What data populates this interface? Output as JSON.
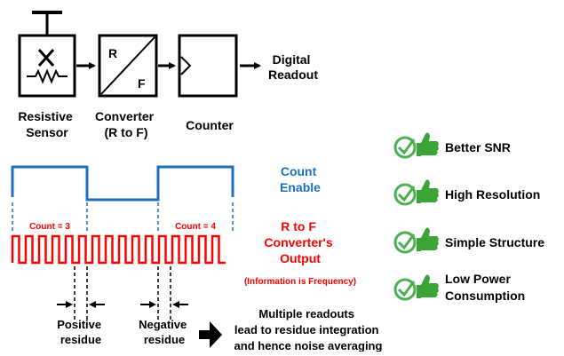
{
  "blocks": {
    "sensor_label": [
      "Resistive",
      "Sensor"
    ],
    "converter_label": [
      "Converter",
      "(R to F)"
    ],
    "counter_label": "Counter",
    "converter_r": "R",
    "converter_f": "F",
    "output_label": [
      "Digital",
      "Readout"
    ]
  },
  "waveforms": {
    "count_enable_label": [
      "Count",
      "Enable"
    ],
    "count_1": "Count = 3",
    "count_2": "Count = 4",
    "converter_output_label": [
      "R to F",
      "Converter's",
      "Output"
    ],
    "converter_output_note": "(Information is Frequency)"
  },
  "residues": {
    "positive": [
      "Positive",
      "residue"
    ],
    "negative": [
      "Negative",
      "residue"
    ],
    "conclusion": [
      "Multiple readouts",
      "lead to residue integration",
      "and hence noise averaging"
    ]
  },
  "benefits": [
    "Better SNR",
    "High Resolution",
    "Simple Structure",
    [
      "Low Power",
      "Consumption"
    ]
  ],
  "colors": {
    "count_enable": "#1f6fc1",
    "converter_output": "#ff0000",
    "check_green": "#4caf50",
    "thumb_green": "#3aa435",
    "text": "#000000"
  },
  "icons": {
    "benefit": "check-thumbs-up-icon",
    "conclusion": "right-arrow-icon",
    "sensor": "resistor-sensor-icon"
  }
}
